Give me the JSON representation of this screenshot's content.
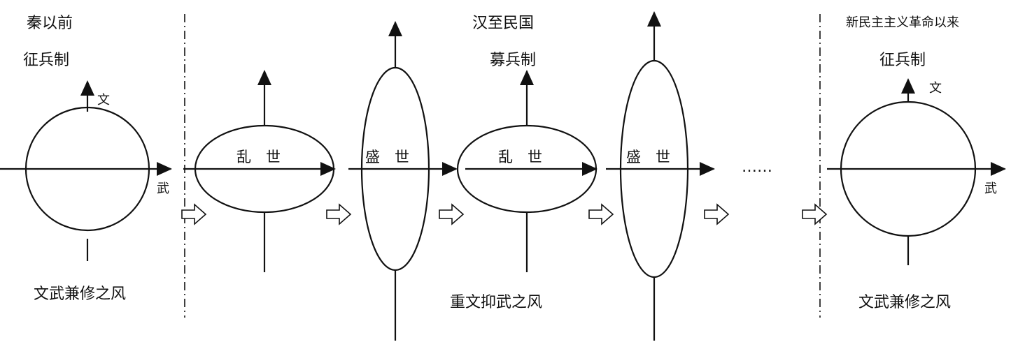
{
  "colors": {
    "ink": "#111111",
    "background": "#ffffff"
  },
  "periods": [
    {
      "title": "秦以前",
      "system": "征兵制",
      "style": "文武兼修之风"
    },
    {
      "title": "汉至民国",
      "system": "募兵制",
      "style": "重文抑武之风"
    },
    {
      "title": "新民主主义革命以来",
      "system": "征兵制",
      "style": "文武兼修之风"
    }
  ],
  "axes": {
    "wen": "文",
    "wu": "武"
  },
  "shapes": [
    {
      "type": "circle",
      "meaning": "balance"
    },
    {
      "type": "horizontal-ellipse",
      "label": "乱　世"
    },
    {
      "type": "vertical-ellipse",
      "label": "盛　世"
    },
    {
      "type": "horizontal-ellipse",
      "label": "乱　世"
    },
    {
      "type": "vertical-ellipse",
      "label": "盛　世"
    },
    {
      "type": "circle",
      "meaning": "balance"
    }
  ],
  "ellipsis": "……"
}
